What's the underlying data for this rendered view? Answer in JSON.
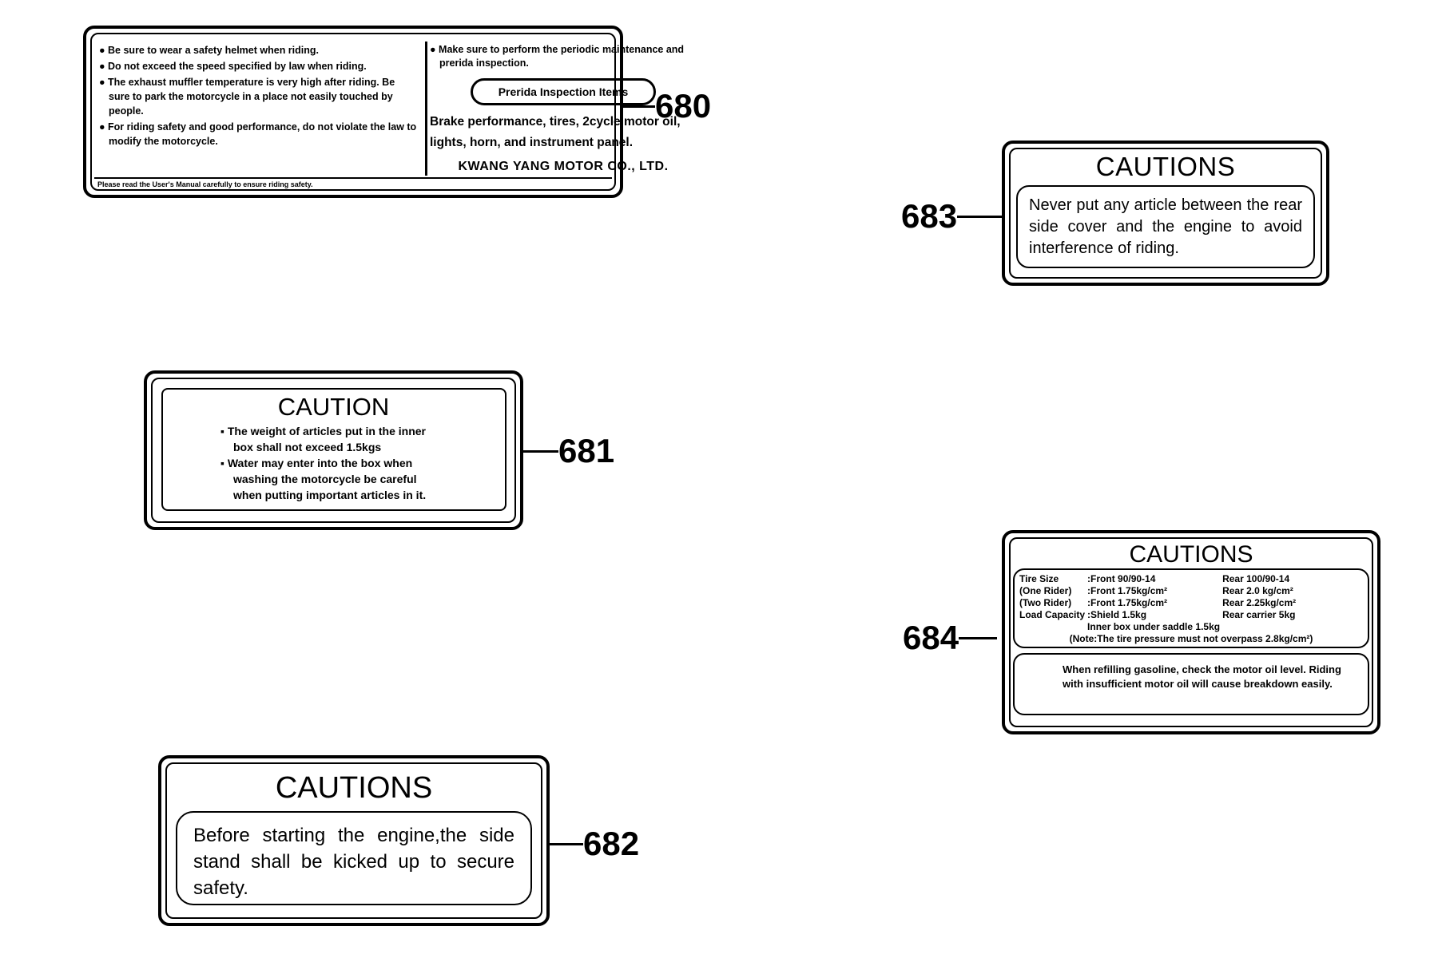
{
  "decals": {
    "d680": {
      "callout": "680",
      "left_bullets": [
        "Be sure to wear a safety helmet when riding.",
        "Do not exceed the speed specified by law when riding.",
        "The exhaust muffler temperature is very high after riding. Be sure to park the motorcycle in a place not easily touched by people.",
        "For riding safety and good performance, do not violate the law to modify the motorcycle."
      ],
      "right_note": "Make sure to perform the periodic maintenance and prerida inspection.",
      "inspection_heading": "Prerida Inspection Items",
      "inspection_items": "Brake performance, tires, 2cycle motor oil, lights, horn, and instrument panel.",
      "maker": "KWANG YANG MOTOR CO., LTD.",
      "bottom_note": "Please read the User's Manual carefully to ensure riding safety."
    },
    "d683": {
      "callout": "683",
      "title": "CAUTIONS",
      "text": "Never put any article between the rear side cover and the engine to avoid interference of riding."
    },
    "d681": {
      "callout": "681",
      "title": "CAUTION",
      "bullets": [
        "The weight of articles put in the inner box shall not exceed 1.5kgs",
        "Water may enter into the box when washing the motorcycle be careful when putting important articles in it."
      ]
    },
    "d684": {
      "callout": "684",
      "title": "CAUTIONS",
      "spec_rows": [
        [
          "Tire Size",
          ":Front 90/90-14",
          "Rear 100/90-14"
        ],
        [
          "(One Rider)",
          ":Front 1.75kg/cm²",
          "Rear 2.0 kg/cm²"
        ],
        [
          "(Two Rider)",
          ":Front 1.75kg/cm²",
          "Rear 2.25kg/cm²"
        ],
        [
          "Load Capacity",
          ":Shield 1.5kg",
          "Rear carrier 5kg"
        ],
        [
          "",
          "Inner box under saddle 1.5kg",
          ""
        ]
      ],
      "pressure_note": "(Note:The tire pressure must not overpass 2.8kg/cm²)",
      "refuel_text": "When refilling gasoline, check the motor oil level. Riding with insufficient motor oil will cause breakdown easily."
    },
    "d682": {
      "callout": "682",
      "title": "CAUTIONS",
      "text": "Before starting the engine,the side stand shall be kicked up to secure safety."
    }
  }
}
